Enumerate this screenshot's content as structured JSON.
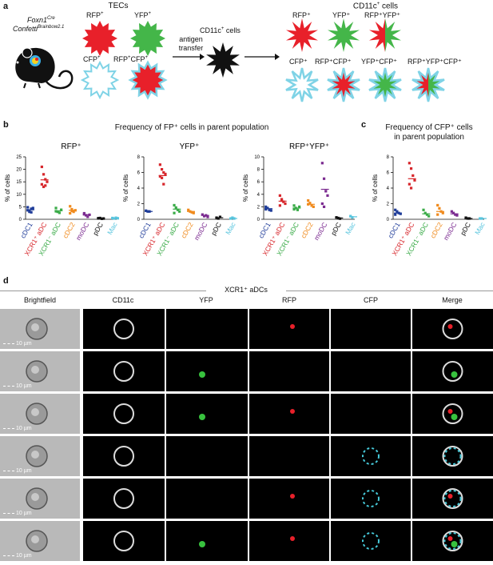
{
  "panel_labels": {
    "a": "a",
    "b": "b",
    "c": "c",
    "d": "d"
  },
  "panel_a": {
    "mouse_line1": "Foxn1",
    "mouse_line1_sup": "Cre",
    "mouse_line2": "Confetti",
    "mouse_line2_sup": "Brainbow2.1",
    "tecs_title": "TECs",
    "tec_labels": [
      {
        "base": "RFP",
        "sup": "+"
      },
      {
        "base": "YFP",
        "sup": "+"
      },
      {
        "base": "CFP",
        "sup": "+"
      },
      {
        "base": "RFP",
        "sup": "+",
        "base2": "CFP",
        "sup2": "+"
      }
    ],
    "antigen_transfer_1": "antigen",
    "antigen_transfer_2": "transfer",
    "cd11c_cells_mid": "CD11c",
    "cd11c_cells_mid_sup": "+",
    "cd11c_cells_mid_suffix": " cells",
    "cd11c_cells_right": "CD11c",
    "cd11c_cells_right_sup": "+",
    "cd11c_cells_right_suffix": " cells",
    "right_labels_row1": [
      "RFP⁺",
      "YFP⁺",
      "RFP⁺YFP⁺"
    ],
    "right_labels_row2": [
      "CFP⁺",
      "RFP⁺CFP⁺",
      "YFP⁺CFP⁺",
      "RFP⁺YFP⁺CFP⁺"
    ],
    "colors": {
      "rfp": "#e8202a",
      "yfp": "#44b649",
      "cfp": "#7fd3e6",
      "black": "#111111"
    }
  },
  "panel_b_title": "Frequency of FP⁺ cells in parent population",
  "panel_c_title_1": "Frequency of CFP⁺ cells",
  "panel_c_title_2": "in parent population",
  "categories": [
    "cDC1",
    "XCR1⁺ aDC",
    "XCR1⁻ aDC",
    "cDC2",
    "moDC",
    "pDC",
    "Mac"
  ],
  "category_colors": [
    "#1f3c99",
    "#d7262b",
    "#3aab48",
    "#f08a1c",
    "#7b2b90",
    "#111111",
    "#58c5de"
  ],
  "chart_data": [
    {
      "type": "scatter",
      "title": "RFP⁺",
      "ylabel": "% of cells",
      "ylim": [
        0,
        25
      ],
      "yticks": [
        0,
        5,
        10,
        15,
        20,
        25
      ],
      "categories": [
        "cDC1",
        "XCR1⁺ aDC",
        "XCR1⁻ aDC",
        "cDC2",
        "moDC",
        "pDC",
        "Mac"
      ],
      "series": [
        {
          "values": [
            4.8,
            3.2,
            2.8,
            4.5,
            3.6,
            3.0,
            4.2
          ]
        },
        {
          "values": [
            21,
            18,
            16,
            15,
            14,
            13,
            13.5
          ]
        },
        {
          "values": [
            4.5,
            3.0,
            2.6,
            3.8,
            3.2
          ]
        },
        {
          "values": [
            5.2,
            4.0,
            3.0,
            3.6,
            2.4,
            3.4
          ]
        },
        {
          "values": [
            2.4,
            1.6,
            1.0,
            1.8,
            2.0
          ]
        },
        {
          "values": [
            0.4,
            0.5,
            0.2,
            0.3,
            0.4
          ]
        },
        {
          "values": [
            0.5,
            0.3,
            0.6,
            0.4
          ]
        }
      ],
      "means": [
        3.8,
        15.8,
        3.4,
        3.6,
        1.8,
        0.4,
        0.4
      ]
    },
    {
      "type": "scatter",
      "title": "YFP⁺",
      "ylabel": "% of cells",
      "ylim": [
        0,
        8
      ],
      "yticks": [
        0,
        2,
        4,
        6,
        8
      ],
      "categories": [
        "cDC1",
        "XCR1⁺ aDC",
        "XCR1⁻ aDC",
        "cDC2",
        "moDC",
        "pDC",
        "Mac"
      ],
      "series": [
        {
          "values": [
            1.1,
            1.0,
            1.0
          ]
        },
        {
          "values": [
            7.0,
            6.4,
            6.0,
            5.8,
            5.5,
            5.3,
            4.5
          ]
        },
        {
          "values": [
            1.8,
            1.5,
            1.2,
            1.0,
            0.8
          ]
        },
        {
          "values": [
            1.2,
            1.0,
            0.9,
            0.8
          ]
        },
        {
          "values": [
            0.6,
            0.4,
            0.5,
            0.3
          ]
        },
        {
          "values": [
            0.2,
            0.1,
            0.3
          ]
        },
        {
          "values": [
            0.1,
            0.2,
            0.1
          ]
        }
      ],
      "means": [
        1.0,
        5.6,
        1.3,
        1.0,
        0.5,
        0.2,
        0.1
      ]
    },
    {
      "type": "scatter",
      "title": "RFP⁺YFP⁺",
      "ylabel": "% of cells",
      "ylim": [
        0,
        10
      ],
      "yticks": [
        0,
        2,
        4,
        6,
        8,
        10
      ],
      "categories": [
        "cDC1",
        "XCR1⁺ aDC",
        "XCR1⁻ aDC",
        "cDC2",
        "moDC",
        "pDC",
        "Mac"
      ],
      "series": [
        {
          "values": [
            2.0,
            1.8,
            1.5,
            1.4,
            1.6
          ]
        },
        {
          "values": [
            3.8,
            3.2,
            2.8,
            2.5,
            2.2,
            3.0
          ]
        },
        {
          "values": [
            2.2,
            1.8,
            1.5,
            2.0,
            1.6
          ]
        },
        {
          "values": [
            3.0,
            2.6,
            2.2,
            2.0,
            2.4
          ]
        },
        {
          "values": [
            9.0,
            6.5,
            4.5,
            3.8,
            2.5,
            2.0
          ]
        },
        {
          "values": [
            0.3,
            0.2,
            0.1
          ]
        },
        {
          "values": [
            0.5,
            0.3
          ]
        }
      ],
      "means": [
        1.7,
        2.9,
        1.8,
        2.4,
        4.8,
        0.2,
        0.4
      ]
    },
    {
      "type": "scatter",
      "title": "",
      "ylabel": "% of cells",
      "ylim": [
        0,
        8
      ],
      "yticks": [
        0,
        2,
        4,
        6,
        8
      ],
      "categories": [
        "cDC1",
        "XCR1⁺ aDC",
        "XCR1⁻ aDC",
        "cDC2",
        "moDC",
        "pDC",
        "Mac"
      ],
      "series": [
        {
          "values": [
            1.2,
            1.0,
            0.8,
            0.7,
            0.6
          ]
        },
        {
          "values": [
            7.2,
            6.5,
            5.6,
            5.0,
            4.5,
            4.0
          ]
        },
        {
          "values": [
            1.2,
            0.8,
            0.6,
            0.4
          ]
        },
        {
          "values": [
            1.8,
            1.4,
            1.0,
            0.8,
            0.6
          ]
        },
        {
          "values": [
            1.0,
            0.8,
            0.6,
            0.5
          ]
        },
        {
          "values": [
            0.2,
            0.1,
            0.1
          ]
        },
        {
          "values": [
            0.1,
            0.1
          ]
        }
      ],
      "means": [
        0.8,
        5.2,
        0.7,
        1.0,
        0.7,
        0.1,
        0.1
      ]
    }
  ],
  "panel_d": {
    "title": "XCR1⁺ aDCs",
    "title_color": "#e8202a",
    "columns": [
      "Brightfield",
      "CD11c",
      "YFP",
      "RFP",
      "CFP",
      "Merge"
    ],
    "scale_bar": "10 µm",
    "rows": [
      {
        "yfp": false,
        "rfp": true,
        "cfp": false
      },
      {
        "yfp": true,
        "rfp": false,
        "cfp": false
      },
      {
        "yfp": true,
        "rfp": true,
        "cfp": false
      },
      {
        "yfp": false,
        "rfp": false,
        "cfp": true
      },
      {
        "yfp": false,
        "rfp": true,
        "cfp": true
      },
      {
        "yfp": true,
        "rfp": true,
        "cfp": true
      }
    ]
  }
}
